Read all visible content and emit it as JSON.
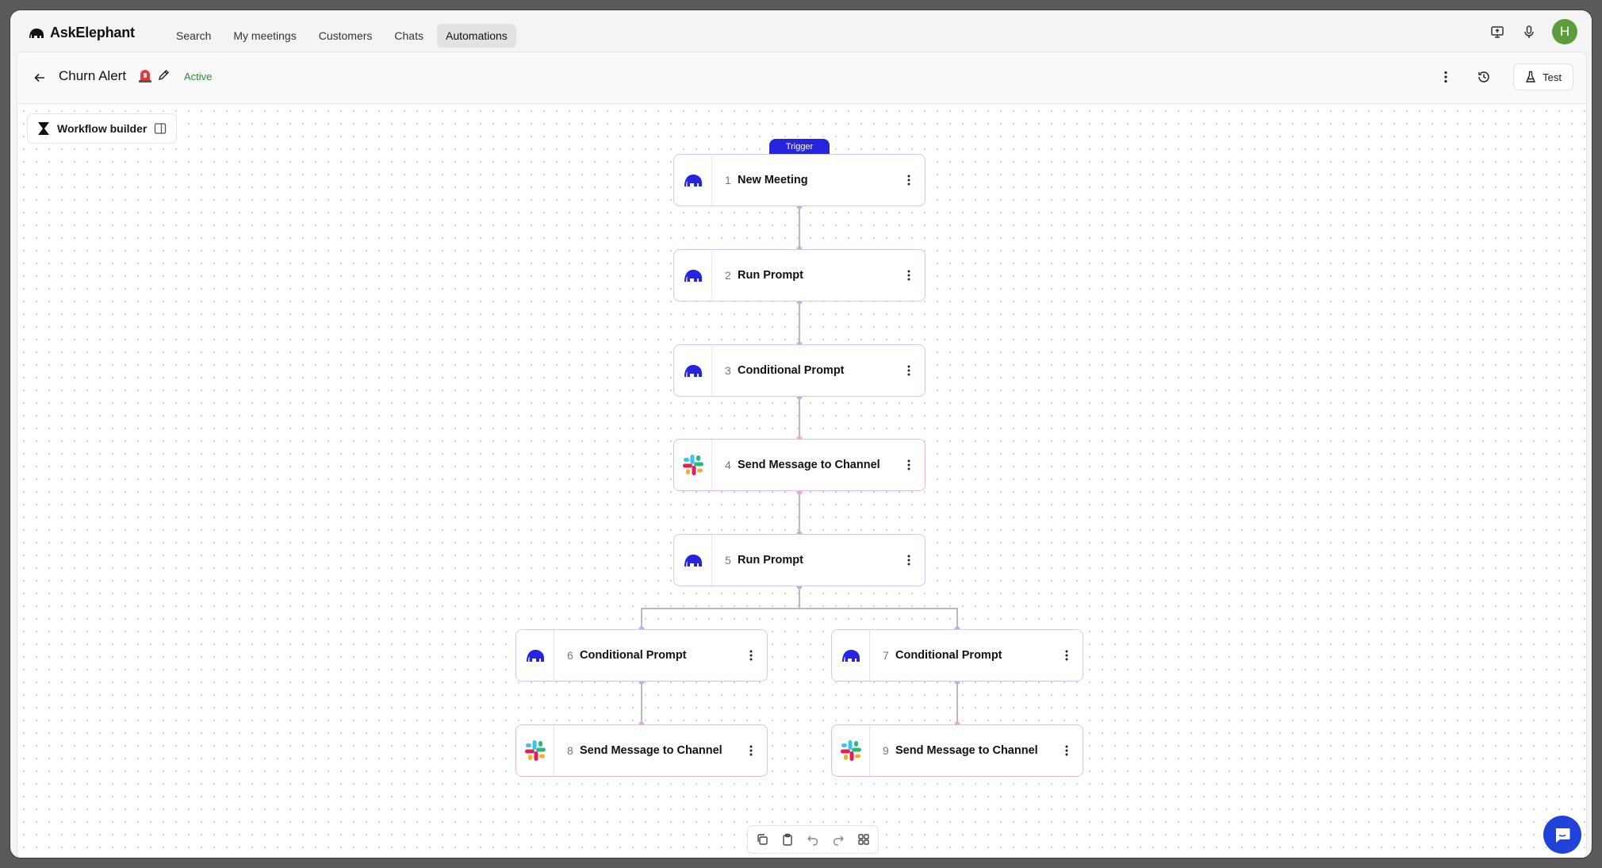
{
  "app": {
    "name": "AskElephant"
  },
  "nav": {
    "items": [
      {
        "label": "Search"
      },
      {
        "label": "My meetings"
      },
      {
        "label": "Customers"
      },
      {
        "label": "Chats"
      },
      {
        "label": "Automations",
        "active": true
      }
    ],
    "avatar_initial": "H"
  },
  "workflow": {
    "title": "Churn Alert",
    "status": "Active",
    "test_label": "Test",
    "builder_label": "Workflow builder",
    "trigger_label": "Trigger"
  },
  "nodes": [
    {
      "num": "1",
      "label": "New Meeting",
      "kind": "askelephant"
    },
    {
      "num": "2",
      "label": "Run Prompt",
      "kind": "askelephant"
    },
    {
      "num": "3",
      "label": "Conditional Prompt",
      "kind": "askelephant"
    },
    {
      "num": "4",
      "label": "Send Message to Channel",
      "kind": "slack"
    },
    {
      "num": "5",
      "label": "Run Prompt",
      "kind": "askelephant"
    },
    {
      "num": "6",
      "label": "Conditional Prompt",
      "kind": "askelephant"
    },
    {
      "num": "7",
      "label": "Conditional Prompt",
      "kind": "askelephant"
    },
    {
      "num": "8",
      "label": "Send Message to Channel",
      "kind": "slack"
    },
    {
      "num": "9",
      "label": "Send Message to Channel",
      "kind": "slack"
    }
  ],
  "colors": {
    "brand": "#2724e0",
    "active_status": "#2a8a3a",
    "askelephant_border": "#c9ccf2",
    "slack_border": "#eab7e6",
    "chat_fab": "#1f43d8"
  },
  "icons": {
    "toolbar": [
      "copy-icon",
      "clipboard-icon",
      "undo-icon",
      "redo-icon",
      "grid-layout-icon"
    ],
    "header": [
      "screen-share-icon",
      "microphone-icon"
    ],
    "subheader": [
      "more-vertical-icon",
      "history-icon",
      "flask-icon"
    ]
  }
}
